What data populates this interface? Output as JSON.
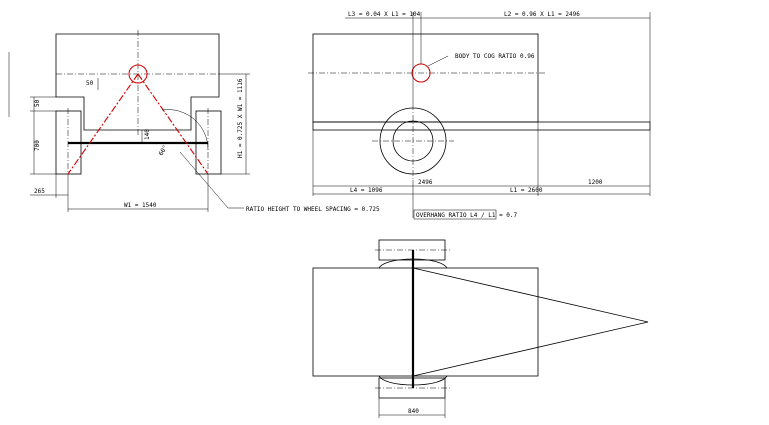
{
  "front_view": {
    "dim_50_top": "50",
    "dim_50_side": "50",
    "dim_700": "700",
    "dim_265": "265",
    "dim_w1": "W1 = 1540",
    "dim_h1": "H1 = 0.725 X W1 = 1116",
    "dim_140": "140",
    "angle": "60°",
    "ratio_note": "RATIO HEIGHT TO WHEEL SPACING = 0.725"
  },
  "side_view": {
    "dim_l3": "L3 = 0.04 X L1 = 104",
    "dim_l2": "L2 = 0.96 X L1 = 2496",
    "cog_note": "BODY TO COG RATIO 0.96",
    "dim_2496": "2496",
    "dim_l4": "L4 = 1096",
    "dim_l1": "L1 = 2600",
    "dim_1200": "1200",
    "overhang_note": "OVERHANG RATIO L4 / L1 = 0.7"
  },
  "top_view": {
    "dim_840": "840"
  },
  "colors": {
    "line": "#000000",
    "accent": "#d00000"
  }
}
